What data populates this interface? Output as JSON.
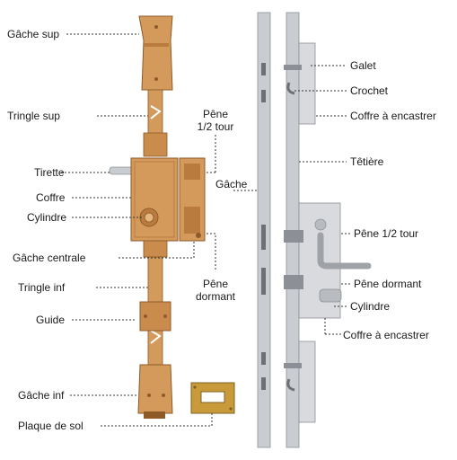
{
  "colors": {
    "lock_body": "#d39a5c",
    "lock_shade": "#b97c3e",
    "lock_edge": "#8e5a28",
    "steel": "#c9ccd0",
    "steel_dark": "#8c9096",
    "plate_brass": "#c99a3a",
    "leader": "#333333"
  },
  "left_labels": {
    "gache_sup": "Gâche sup",
    "tringle_sup": "Tringle sup",
    "tirette": "Tirette",
    "coffre": "Coffre",
    "cylindre": "Cylindre",
    "gache_centrale": "Gâche centrale",
    "tringle_inf": "Tringle inf",
    "guide": "Guide",
    "gache_inf": "Gâche inf",
    "plaque_de_sol": "Plaque de sol"
  },
  "center_labels": {
    "pene_demi_tour_line1": "Pêne",
    "pene_demi_tour_line2": "1/2 tour",
    "gache": "Gâche",
    "pene_dormant_line1": "Pêne",
    "pene_dormant_line2": "dormant"
  },
  "right_labels": {
    "galet": "Galet",
    "crochet": "Crochet",
    "coffre_a_encastrer_top": "Coffre à encastrer",
    "tetiere": "Têtière",
    "pene_demi_tour": "Pêne 1/2 tour",
    "pene_dormant": "Pêne dormant",
    "cylindre": "Cylindre",
    "coffre_a_encastrer_bottom": "Coffre à encastrer"
  }
}
